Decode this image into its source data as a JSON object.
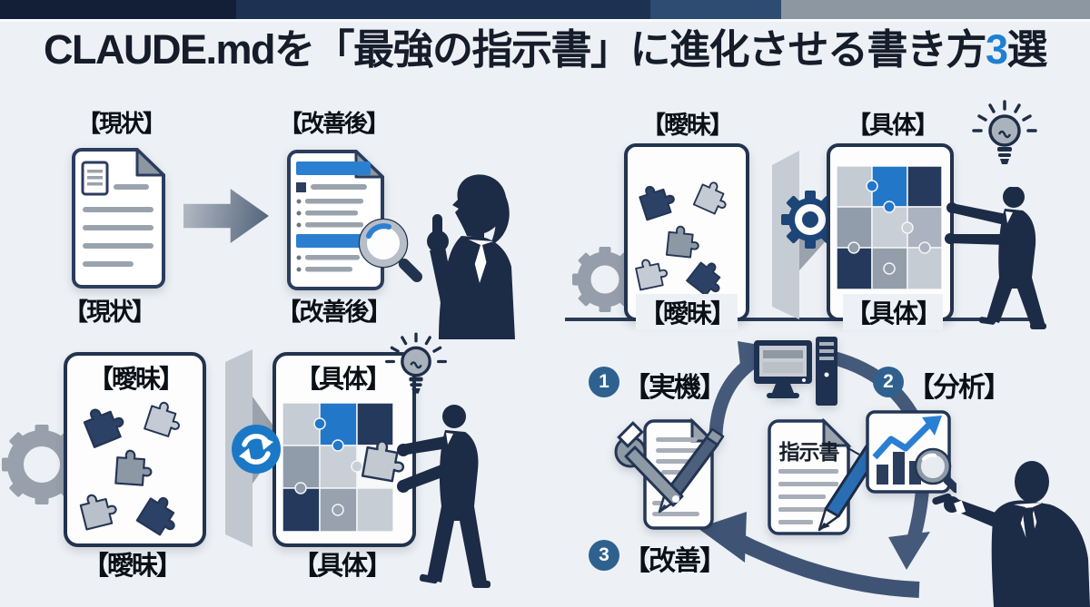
{
  "header": {
    "title_prefix": "CLAUDE.mdを「最強の指示書」に進化させる書き方",
    "title_number": "3",
    "title_suffix": "選"
  },
  "quad_before_after": {
    "current_top": "【現状】",
    "improved_top": "【改善後】",
    "current_caption": "【現状】",
    "improved_caption": "【改善後】"
  },
  "quad_puzzle_top": {
    "vague_top": "【曖昧】",
    "concrete_top": "【具体】",
    "vague_caption": "【曖昧】",
    "concrete_caption": "【具体】"
  },
  "quad_puzzle_bottom": {
    "vague_title": "【曖昧】",
    "concrete_title": "【具体】",
    "vague_caption": "【曖昧】",
    "concrete_caption": "【具体】"
  },
  "quad_cycle": {
    "step1_number": "1",
    "step1_label": "【実機】",
    "step2_number": "2",
    "step2_label": "【分析】",
    "step3_number": "3",
    "step3_label": "【改善】",
    "document_title": "指示書"
  },
  "colors": {
    "background": "#edf1f5",
    "title_ink": "#151c2a",
    "title_accent": "#1f7fd2",
    "label_ink": "#0b0f16",
    "outline_navy": "#22334e",
    "silhouette_navy": "#1c2b46",
    "accent_blue": "#2277c9",
    "mid_gray": "#8f99a5",
    "light_gray": "#c6ccd4",
    "slate_arrow": "#45597a",
    "badge_blue": "#2f618f",
    "topbar_segments": "#131f36 #1d3152 #2e4b72 #8d97a2"
  },
  "icons": {
    "list": "document-icon, arrow-right-icon, magnifier-icon, woman-silhouette, puzzle-piece-icon, puzzle-grid-icon, gear-icon, lightbulb-icon, man-silhouette, refresh-icon, computer-icon, wrench-document-icon, instruction-document-icon, pencil-icon, chart-icon, cycle-arrow-icon, step-badge"
  }
}
